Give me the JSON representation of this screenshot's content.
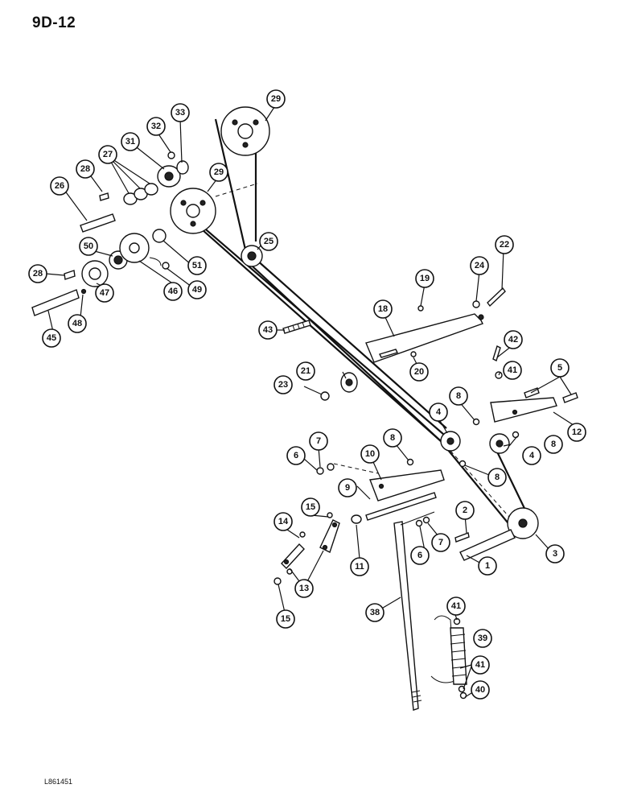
{
  "header": {
    "page_id": "9D-12"
  },
  "footer": {
    "drawing_id": "L861451"
  },
  "callouts": [
    {
      "id": "c1",
      "label": "1"
    },
    {
      "id": "c2",
      "label": "2"
    },
    {
      "id": "c3",
      "label": "3"
    },
    {
      "id": "c4a",
      "label": "4"
    },
    {
      "id": "c4b",
      "label": "4"
    },
    {
      "id": "c5",
      "label": "5"
    },
    {
      "id": "c6a",
      "label": "6"
    },
    {
      "id": "c6b",
      "label": "6"
    },
    {
      "id": "c7a",
      "label": "7"
    },
    {
      "id": "c7b",
      "label": "7"
    },
    {
      "id": "c8a",
      "label": "8"
    },
    {
      "id": "c8b",
      "label": "8"
    },
    {
      "id": "c8c",
      "label": "8"
    },
    {
      "id": "c8d",
      "label": "8"
    },
    {
      "id": "c9",
      "label": "9"
    },
    {
      "id": "c10",
      "label": "10"
    },
    {
      "id": "c11",
      "label": "11"
    },
    {
      "id": "c12",
      "label": "12"
    },
    {
      "id": "c13",
      "label": "13"
    },
    {
      "id": "c14",
      "label": "14"
    },
    {
      "id": "c15a",
      "label": "15"
    },
    {
      "id": "c15b",
      "label": "15"
    },
    {
      "id": "c18",
      "label": "18"
    },
    {
      "id": "c19",
      "label": "19"
    },
    {
      "id": "c20",
      "label": "20"
    },
    {
      "id": "c21",
      "label": "21"
    },
    {
      "id": "c22",
      "label": "22"
    },
    {
      "id": "c23",
      "label": "23"
    },
    {
      "id": "c24",
      "label": "24"
    },
    {
      "id": "c25",
      "label": "25"
    },
    {
      "id": "c26",
      "label": "26"
    },
    {
      "id": "c27",
      "label": "27"
    },
    {
      "id": "c28a",
      "label": "28"
    },
    {
      "id": "c28b",
      "label": "28"
    },
    {
      "id": "c29a",
      "label": "29"
    },
    {
      "id": "c29b",
      "label": "29"
    },
    {
      "id": "c31",
      "label": "31"
    },
    {
      "id": "c32",
      "label": "32"
    },
    {
      "id": "c33",
      "label": "33"
    },
    {
      "id": "c38",
      "label": "38"
    },
    {
      "id": "c39",
      "label": "39"
    },
    {
      "id": "c40",
      "label": "40"
    },
    {
      "id": "c41a",
      "label": "41"
    },
    {
      "id": "c41b",
      "label": "41"
    },
    {
      "id": "c41c",
      "label": "41"
    },
    {
      "id": "c42",
      "label": "42"
    },
    {
      "id": "c43",
      "label": "43"
    },
    {
      "id": "c45",
      "label": "45"
    },
    {
      "id": "c46",
      "label": "46"
    },
    {
      "id": "c47",
      "label": "47"
    },
    {
      "id": "c48",
      "label": "48"
    },
    {
      "id": "c49",
      "label": "49"
    },
    {
      "id": "c50",
      "label": "50"
    },
    {
      "id": "c51",
      "label": "51"
    }
  ]
}
